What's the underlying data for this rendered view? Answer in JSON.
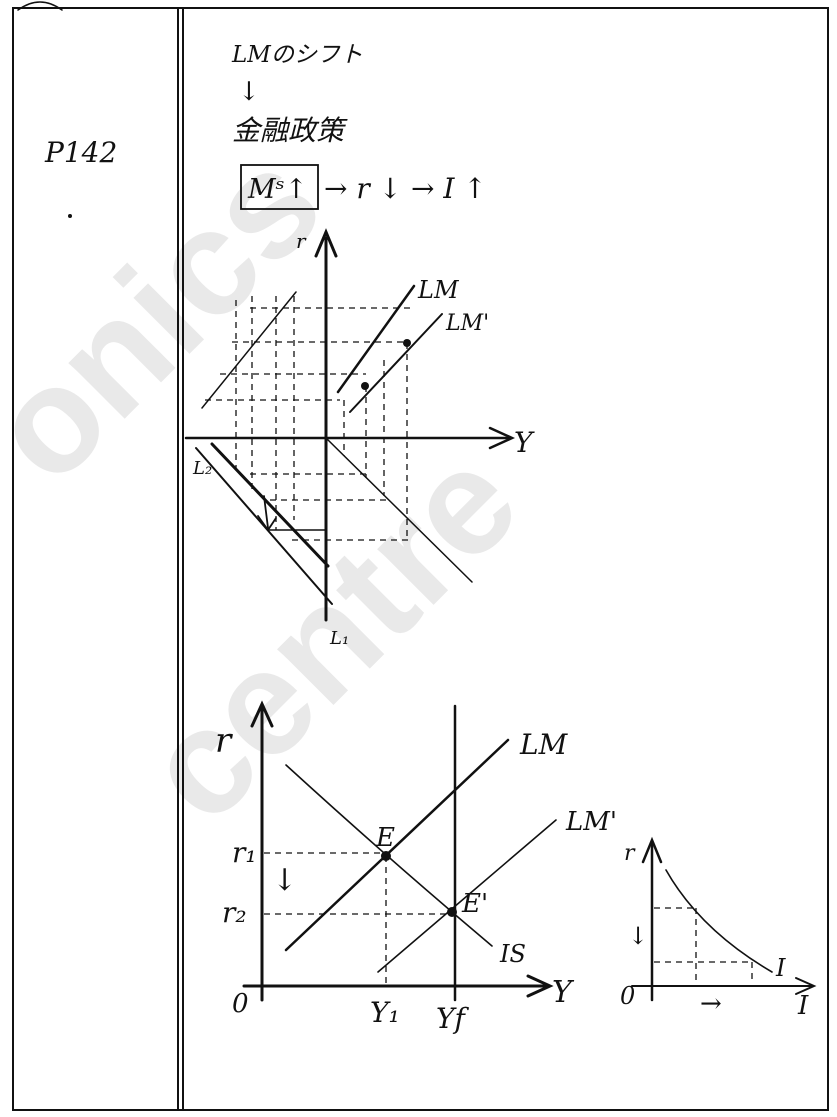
{
  "page_number": "P142",
  "heading": {
    "shift_label": "LMのシフト",
    "arrow_down": "↓",
    "policy": "金融政策"
  },
  "chain": {
    "boxed": "Mˢ↑",
    "rest": "→ r ↓ → I ↑"
  },
  "four_quadrant": {
    "r_label": "r",
    "y_label": "Y",
    "lm": "LM",
    "lm_prime": "LM'",
    "l1": "L₁",
    "l2": "L₂"
  },
  "islm": {
    "r_label": "r",
    "y_label": "Y",
    "origin": "0",
    "lm": "LM",
    "lm_prime": "LM'",
    "is": "IS",
    "e": "E",
    "e_prime": "E'",
    "r1": "r₁",
    "r2": "r₂",
    "y1": "Y₁",
    "yf": "Yf",
    "arrow": "↓"
  },
  "investment": {
    "r_label": "r",
    "i_label": "I",
    "origin": "0",
    "curve": "I",
    "arrow_down": "↓",
    "arrow_right": "→"
  },
  "watermark": {
    "word1": "onics",
    "word2": "centre"
  }
}
